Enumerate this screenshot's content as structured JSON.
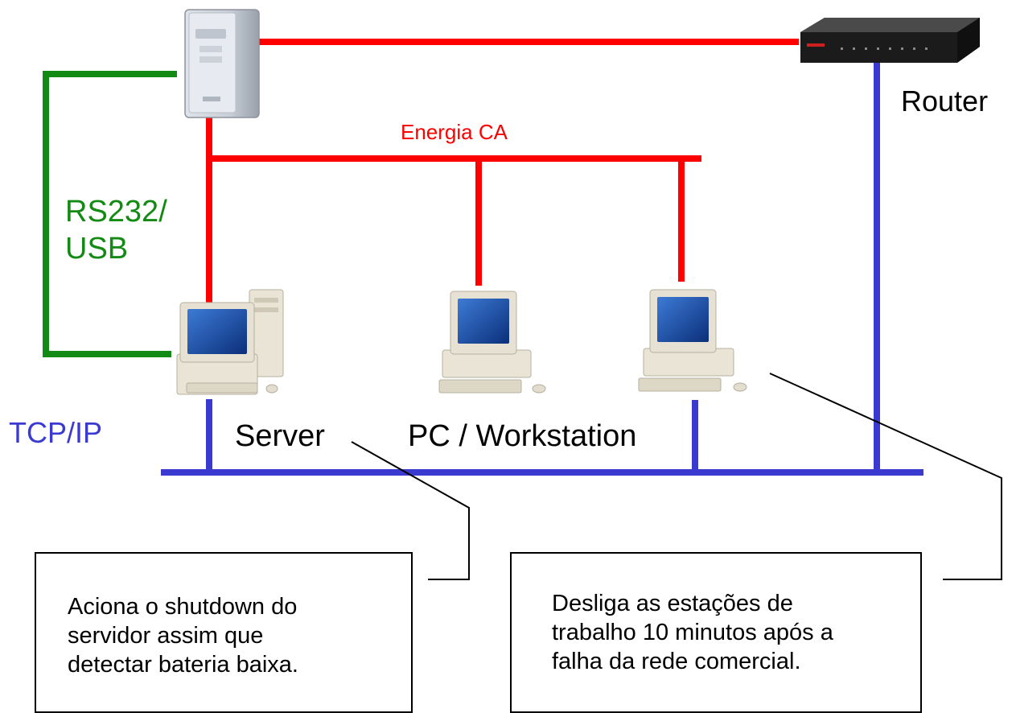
{
  "labels": {
    "router": "Router",
    "energia": "Energia CA",
    "serial": "RS232/\nUSB",
    "tcpip": "TCP/IP",
    "server": "Server",
    "pc": "PC / Workstation"
  },
  "callouts": {
    "server_note": "Aciona o shutdown do\nservidor assim que\ndetectar bateria baixa.",
    "workstation_note": "Desliga as estações de\ntrabalho 10 minutos após a\nfalha da rede comercial."
  },
  "colors": {
    "power": "#ff0000",
    "serial": "#138a13",
    "network": "#3a3ad0",
    "text": "#000000"
  }
}
